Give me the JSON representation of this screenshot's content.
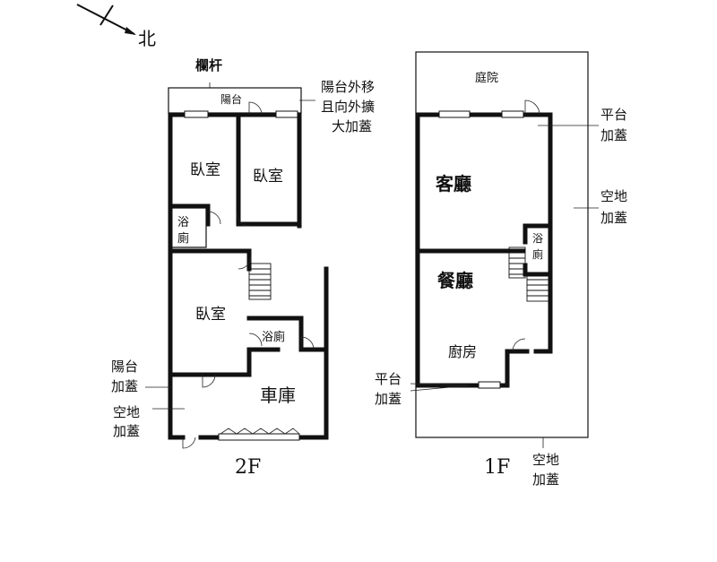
{
  "compass": {
    "north_label": "北"
  },
  "floor_2f": {
    "title": "2F",
    "railing_label": "欄杆",
    "balcony_label": "陽台",
    "balcony_note": [
      "陽台外移",
      "且向外擴",
      "大加蓋"
    ],
    "bedroom_a": "臥室",
    "bedroom_b": "臥室",
    "bedroom_c": "臥室",
    "bath_upper": [
      "浴",
      "廁"
    ],
    "bath_lower": "浴廁",
    "garage": "車庫",
    "balcony_addition": [
      "陽台",
      "加蓋"
    ],
    "yard_addition": [
      "空地",
      "加蓋"
    ]
  },
  "floor_1f": {
    "title": "1F",
    "courtyard": "庭院",
    "platform_top": [
      "平台",
      "加蓋"
    ],
    "vacant_right": [
      "空地",
      "加蓋"
    ],
    "living_room": "客廳",
    "dining_room": "餐廳",
    "kitchen": "廚房",
    "bath": [
      "浴",
      "廁"
    ],
    "platform_bottom": [
      "平台",
      "加蓋"
    ],
    "vacant_bottom": [
      "空地",
      "加蓋"
    ]
  }
}
